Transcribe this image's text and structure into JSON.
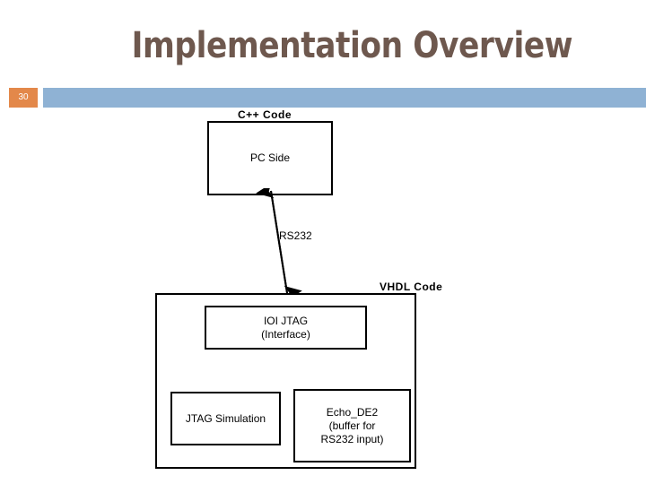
{
  "slide": {
    "title": "Implementation Overview",
    "page_number": "30",
    "title_color": "#6e584e",
    "badge_color": "#e3884a",
    "rule_color": "#8fb2d4",
    "background": "#ffffff"
  },
  "diagram": {
    "captions": {
      "cpp": "C++ Code",
      "vhdl": "VHDL Code"
    },
    "boxes": {
      "pc_side": "PC Side",
      "ioi_jtag": "IOI JTAG\n(Interface)",
      "jtag_simulation": "JTAG Simulation",
      "echo_de2": "Echo_DE2\n(buffer for\nRS232 input)"
    },
    "connector": {
      "label": "RS232",
      "type": "double-headed-arrow",
      "from": "PC Side",
      "to": "VHDL Code"
    }
  }
}
